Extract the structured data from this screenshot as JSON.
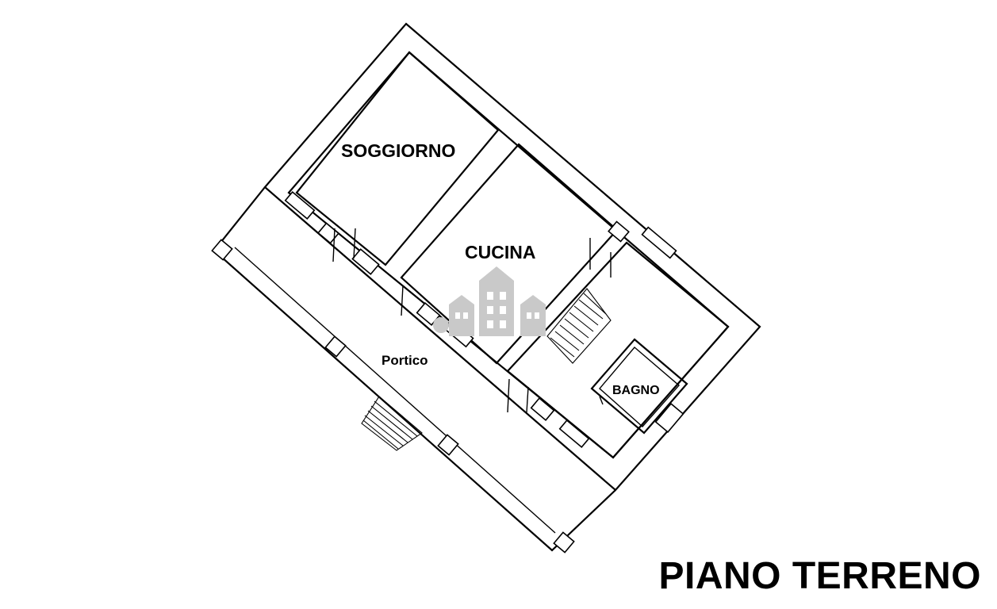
{
  "rooms": {
    "soggiorno": "SOGGIORNO",
    "cucina": "CUCINA",
    "bagno": "BAGNO",
    "portico": "Portico"
  },
  "sheet_title": "PIANO TERRENO",
  "colors": {
    "lines": "#000000",
    "background": "#ffffff",
    "watermark": "#c9c9c9"
  },
  "icons": {
    "watermark": "house-logo-watermark-icon"
  }
}
